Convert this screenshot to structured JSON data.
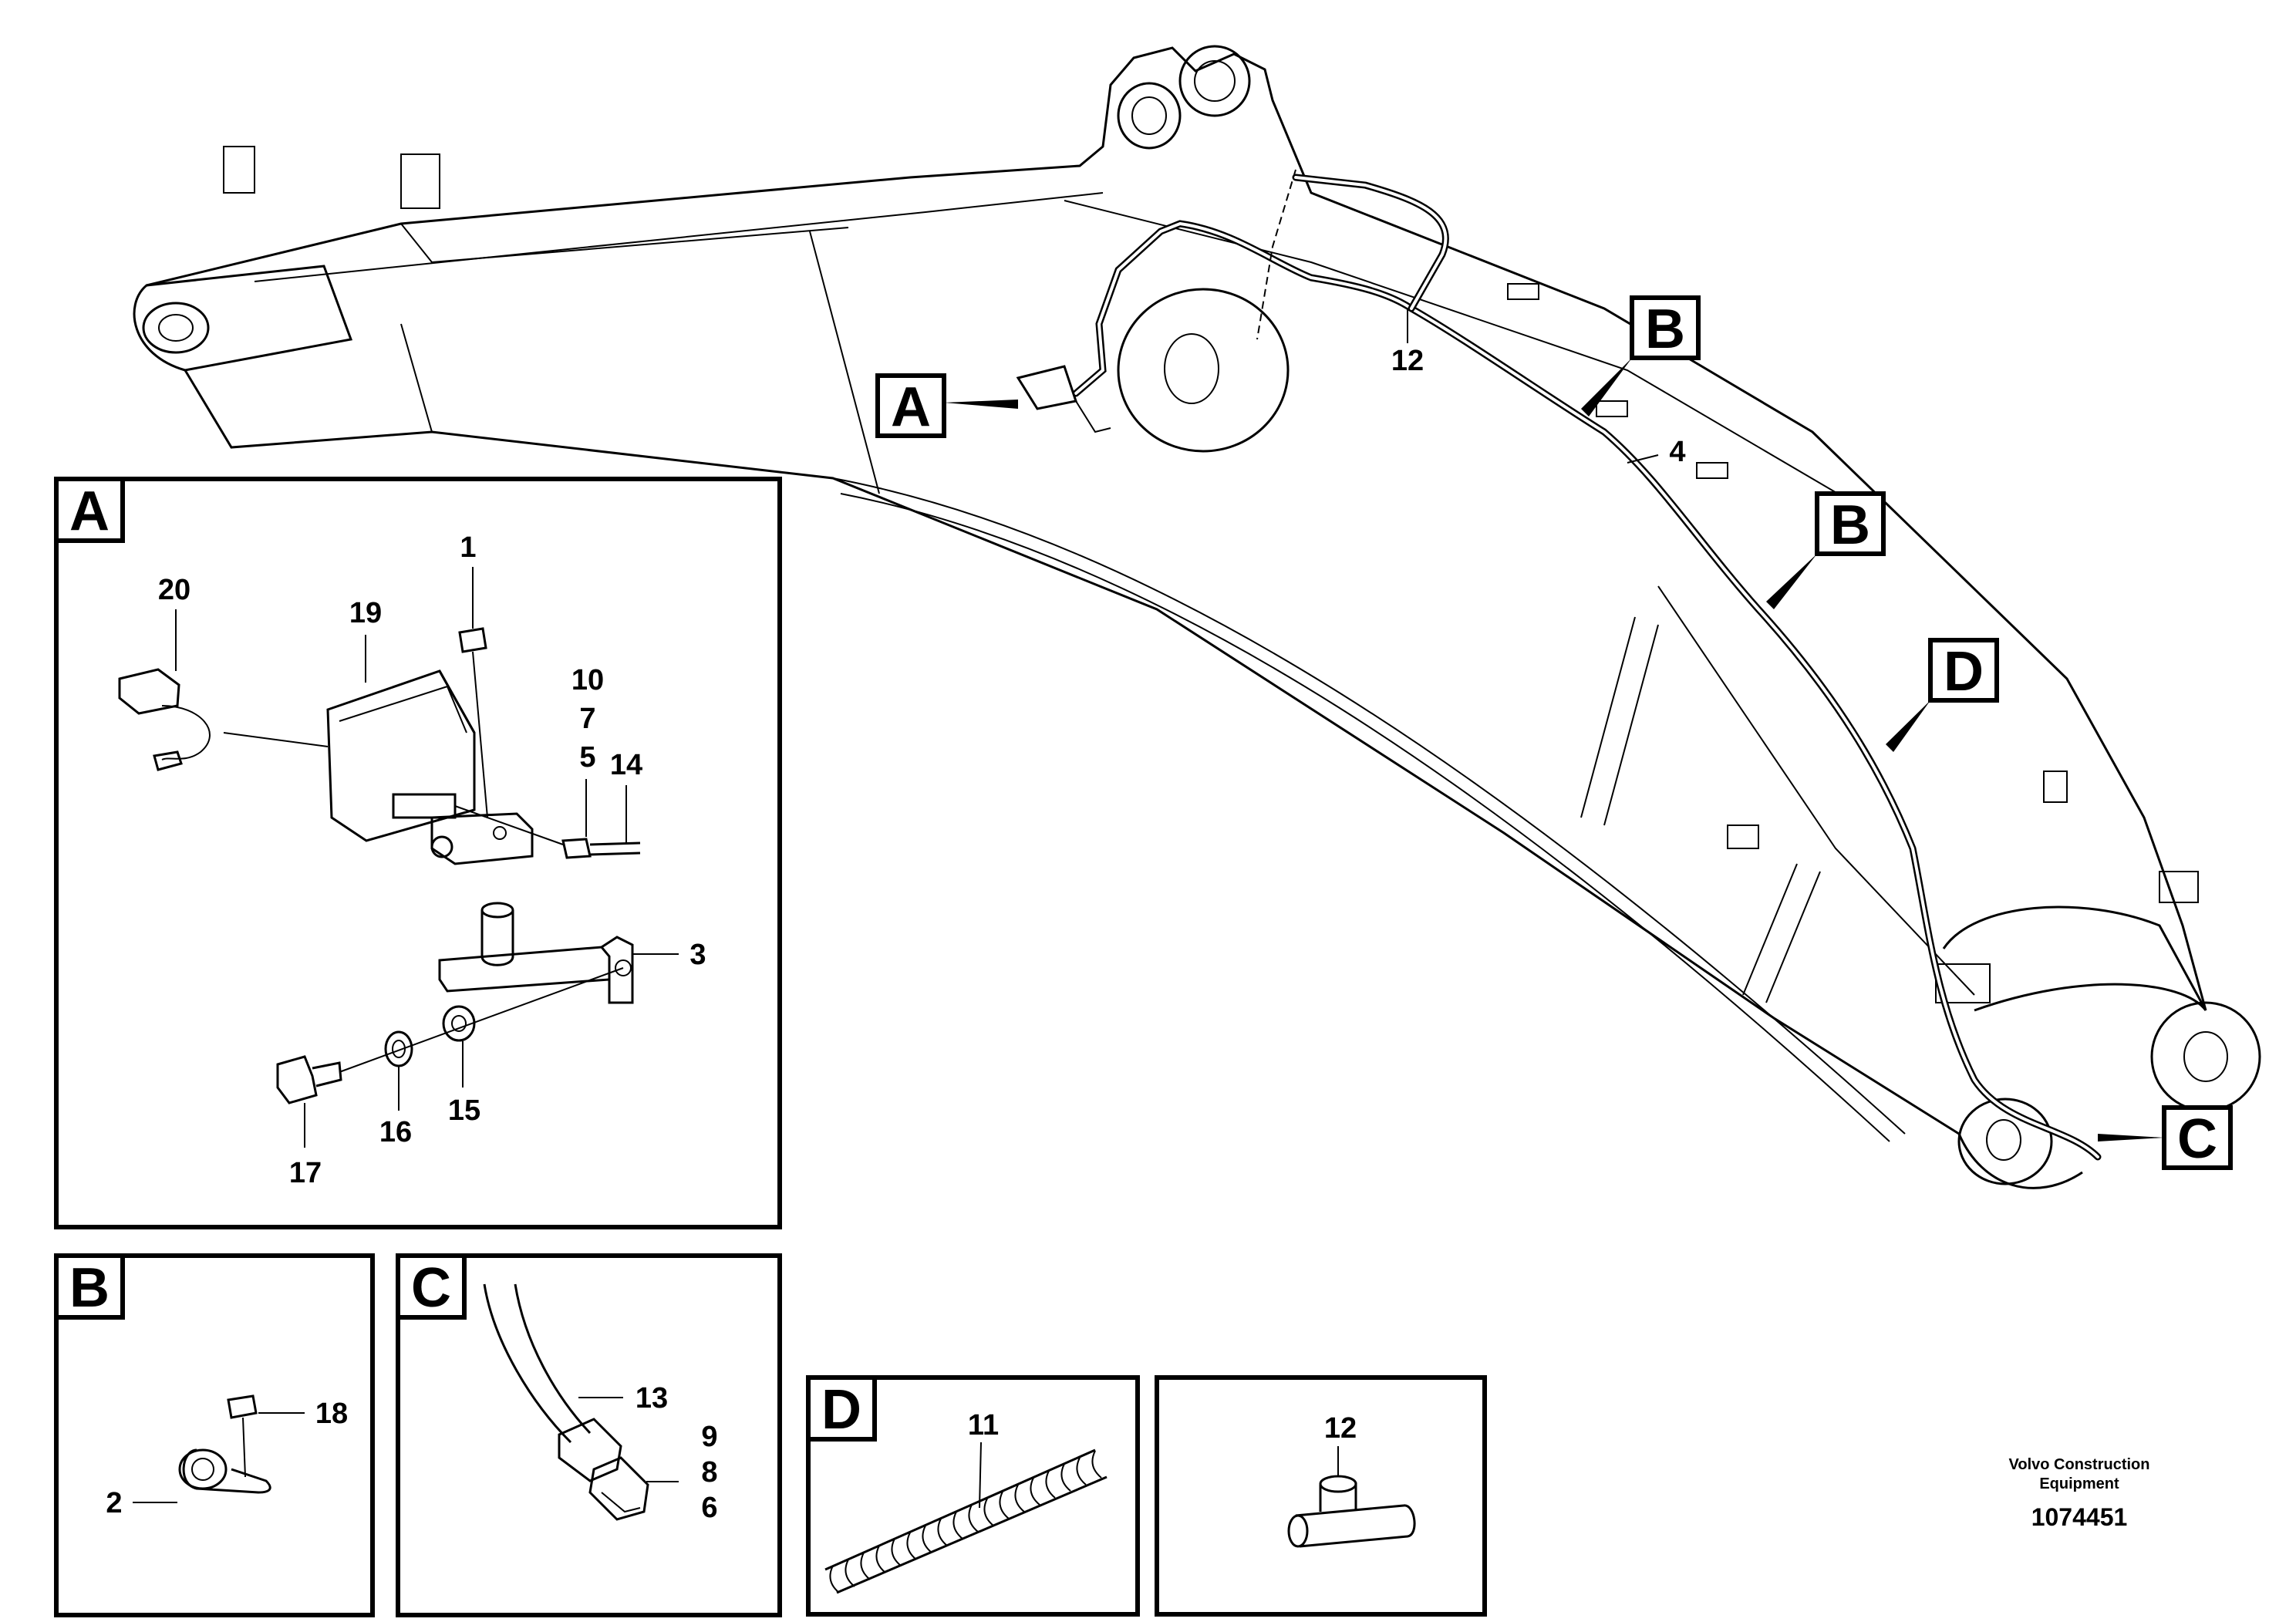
{
  "detail_boxes": {
    "A": {
      "letter": "A"
    },
    "B": {
      "letter": "B"
    },
    "C": {
      "letter": "C"
    },
    "D": {
      "letter": "D"
    },
    "E": {
      "letter": ""
    }
  },
  "main_view": {
    "callouts": {
      "A": "A",
      "B1": "B",
      "B2": "B",
      "C": "C",
      "D": "D",
      "n12": "12",
      "n4": "4"
    }
  },
  "detail_A": {
    "parts": {
      "p1": "1",
      "p20": "20",
      "p19": "19",
      "p10": "10",
      "p7": "7",
      "p5": "5",
      "p14": "14",
      "p3": "3",
      "p16": "16",
      "p15": "15",
      "p17": "17"
    }
  },
  "detail_B": {
    "parts": {
      "p18": "18",
      "p2": "2"
    }
  },
  "detail_C": {
    "parts": {
      "p13": "13",
      "p9": "9",
      "p8": "8",
      "p6": "6"
    }
  },
  "detail_D": {
    "parts": {
      "p11": "11"
    }
  },
  "detail_E": {
    "parts": {
      "p12": "12"
    }
  },
  "footer": {
    "company_line1": "Volvo Construction",
    "company_line2": "Equipment",
    "drawing_number": "1074451"
  }
}
